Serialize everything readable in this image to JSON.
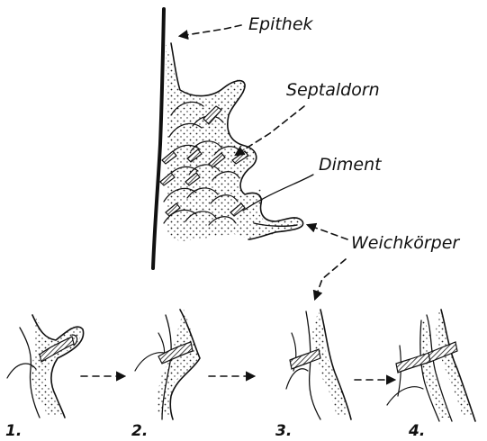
{
  "labels": {
    "epithek": "Epithek",
    "septaldorn": "Septaldorn",
    "diment": "Diment",
    "weichkoerper": "Weichkörper"
  },
  "stages": [
    "1.",
    "2.",
    "3.",
    "4."
  ]
}
